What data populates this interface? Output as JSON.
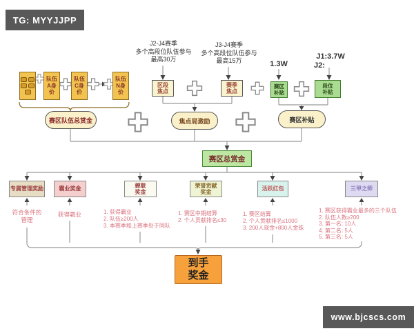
{
  "palette": {
    "banner_bg": "#585858",
    "team_box": "#F2C34E",
    "focus_box": "#FAF3CF",
    "green_box": "#A9DB90",
    "round_node": "#FAF1CB",
    "total_box": "#BDE6A2",
    "final_box": "#F6A13B",
    "pink_text": "#d9737f",
    "line_gray": "#999999"
  },
  "banner_tg": {
    "text": "TG: MYYJJPP"
  },
  "banner_site": {
    "text": "www.bjcscs.com"
  },
  "team_section": {
    "icon_box": {
      "icon": "coins-icon"
    },
    "teams": [
      "队伍A身价",
      "队伍C身价",
      "队伍N身价"
    ],
    "result": "赛区队伍总赏金"
  },
  "focus_section": {
    "note_left": "J2-J4赛季\n多个高段位队伍参与\n最高30万",
    "note_right": "J3-J4赛季\n多个高段位队伍参与\n最高15万",
    "box_left": "区段焦点",
    "box_right": "赛季焦点",
    "result": "焦点局激励"
  },
  "subsidy_section": {
    "note_left": "1.3W",
    "note_right_1": "J1:3.7W",
    "note_right_2": "J2:",
    "box_left": "赛区补贴",
    "box_right": "段位补贴",
    "result": "赛区补贴"
  },
  "total_label": "赛区总赏金",
  "rewards": [
    {
      "label": "专属管理奖励",
      "note": "符合条件的\n管理"
    },
    {
      "label": "霸业奖金",
      "note": "获得霸业"
    },
    {
      "label": "蝉联\n奖金",
      "note": "1. 获得霸业\n2. 队伍≥200人\n3. 本赛季和上赛季处于同队"
    },
    {
      "label": "荣誉贡献\n奖金",
      "note": "1. 赛区中期结算\n2. 个人贡献排名≤30"
    },
    {
      "label": "活跃红包",
      "note": "1. 赛区结算\n2. 个人贡献排名≤1000\n3. 200人现金+800人金珠"
    },
    {
      "label": "三甲之师",
      "note": "1. 赛区获得霸业最多的三个队伍\n2. 队伍人数≥200\n3. 第一名: 10人\n4. 第二名: 5人\n5. 第三名: 5人"
    }
  ],
  "final_label": "到手\n奖金"
}
